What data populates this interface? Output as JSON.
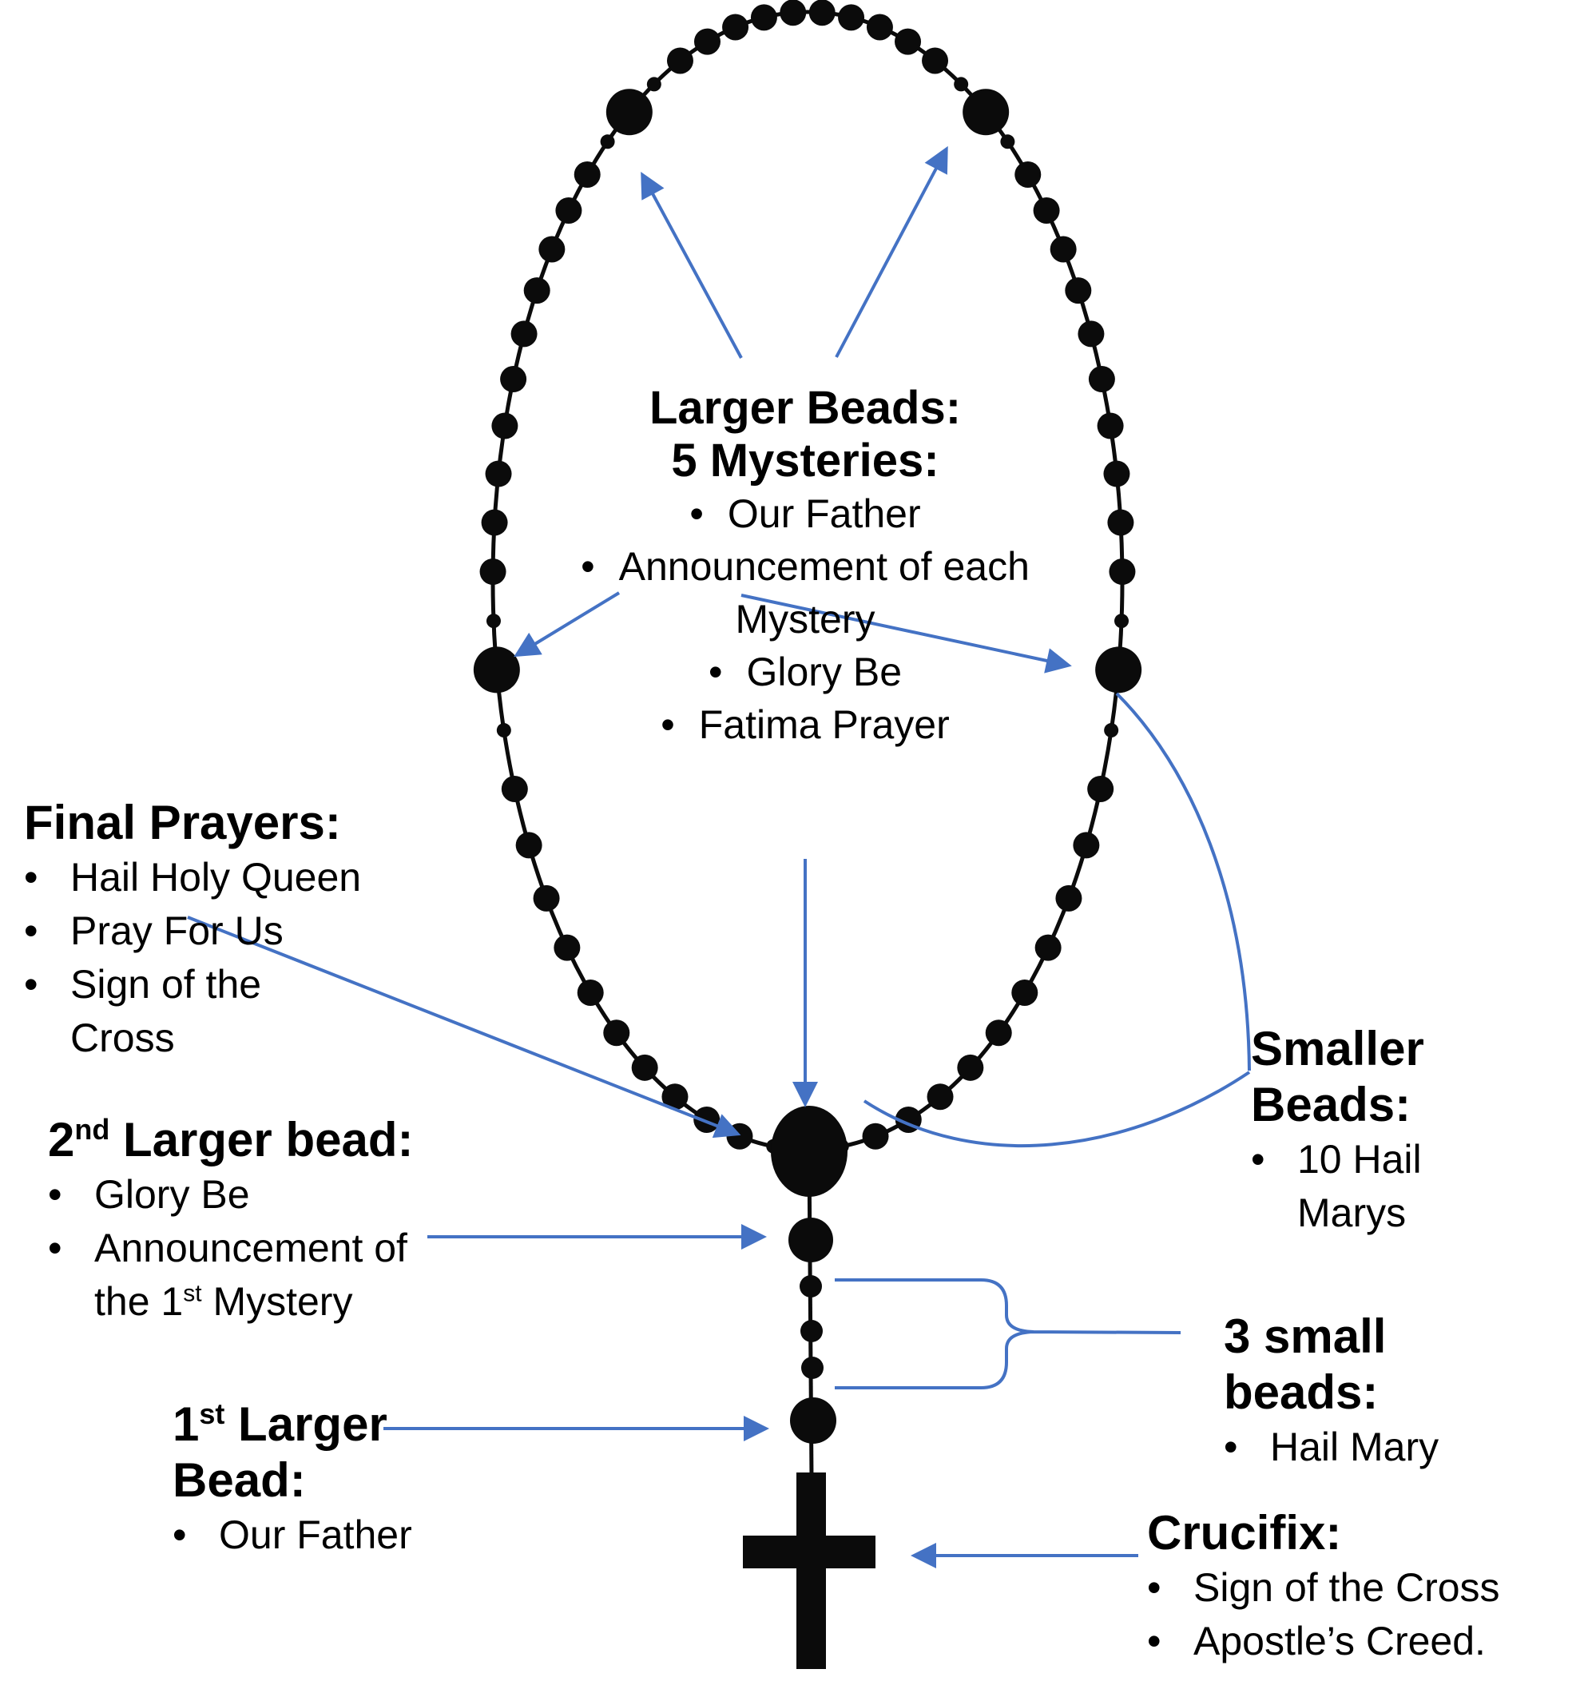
{
  "colors": {
    "bead": "#0b0b0b",
    "arrow": "#4472C4",
    "text": "#000000",
    "background": "#ffffff"
  },
  "glyphs": {
    "bullet": "•"
  },
  "center_note": {
    "heading_line1": "Larger Beads:",
    "heading_line2": "5 Mysteries:",
    "item1": "Our Father",
    "item2_line1": "Announcement of each",
    "item2_line2": "Mystery",
    "item3": "Glory Be",
    "item4": "Fatima Prayer"
  },
  "final_prayers": {
    "heading": "Final Prayers:",
    "item1": "Hail Holy Queen",
    "item2": "Pray For Us",
    "item3_line1": "Sign of the",
    "item3_line2": "Cross"
  },
  "second_larger_bead": {
    "heading_num": "2",
    "heading_ord": "nd",
    "heading_rest": " Larger bead:",
    "item1": "Glory Be",
    "item2_line1": "Announcement of",
    "item2_line2_pre": "the 1",
    "item2_ord": "st",
    "item2_post": " Mystery"
  },
  "first_larger_bead": {
    "heading_num": "1",
    "heading_ord": "st",
    "heading_rest": " Larger",
    "heading_line2": "Bead:",
    "item1": "Our Father"
  },
  "smaller_beads": {
    "heading_line1": "Smaller",
    "heading_line2": "Beads:",
    "item_line1": "10 Hail",
    "item_line2": "Marys"
  },
  "three_small_beads": {
    "heading_line1": "3 small",
    "heading_line2": "beads:",
    "item1": "Hail Mary"
  },
  "crucifix": {
    "heading": "Crucifix:",
    "item1": "Sign of the Cross",
    "item2": "Apostle’s Creed."
  },
  "diagram": {
    "decades": 5,
    "beads_per_decade": 10,
    "large_beads_on_loop": 4,
    "pendant_small_beads": 3
  }
}
